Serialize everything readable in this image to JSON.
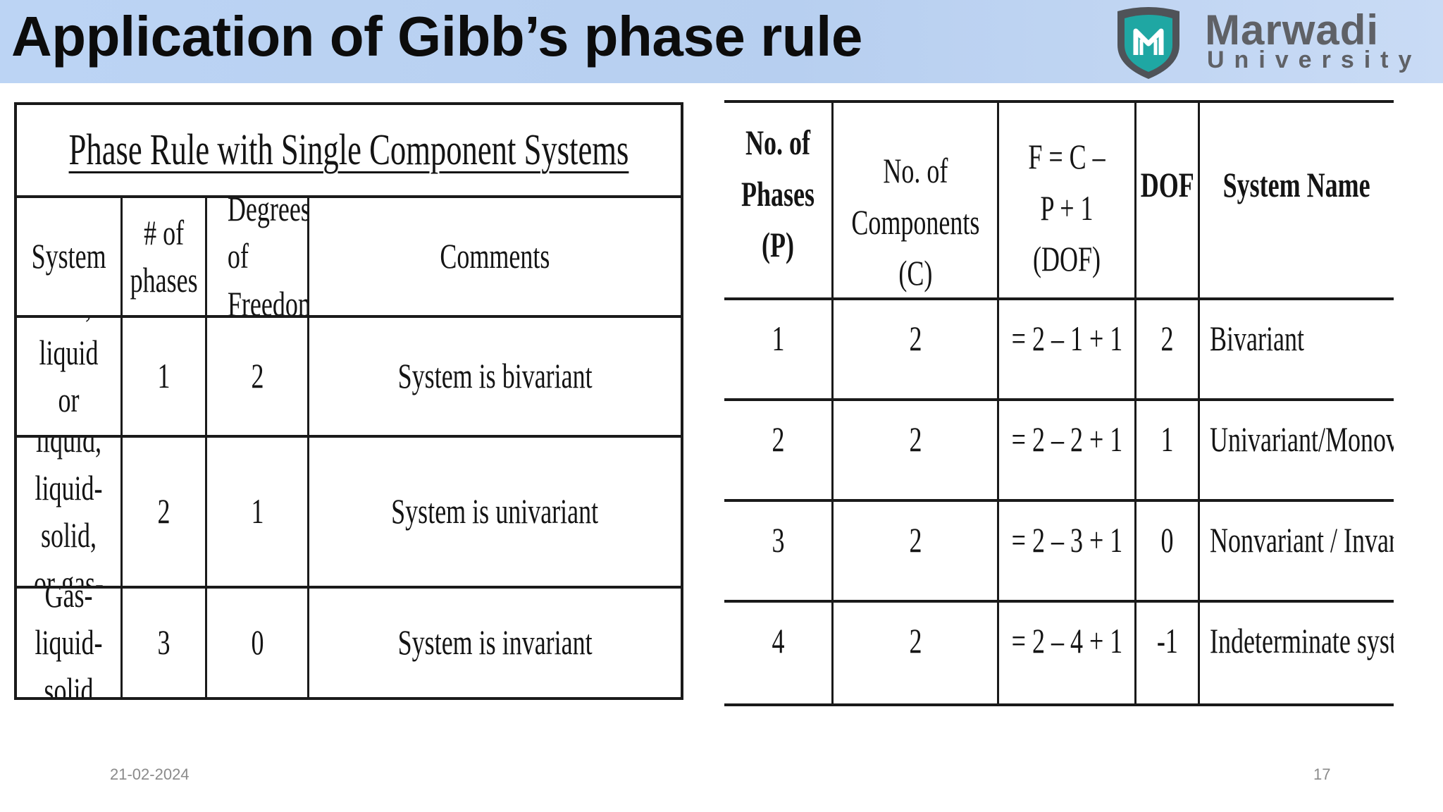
{
  "header": {
    "title": "Application of Gibb’s phase rule",
    "logo": {
      "name": "Marwadi",
      "sub": "University",
      "icon": "marwadi-shield-logo",
      "colors": {
        "shield_outer": "#4f5358",
        "shield_inner": "#1fa7a3"
      }
    }
  },
  "left_table": {
    "title": "Phase Rule with Single Component Systems",
    "headers": [
      "System",
      "# of phases",
      "Degrees of Freedom",
      "Comments"
    ],
    "rows": [
      [
        "Gas, liquid or solid",
        "1",
        "2",
        "System is bivariant"
      ],
      [
        "Gas-liquid, liquid-solid, or gas-solid",
        "2",
        "1",
        "System is univariant"
      ],
      [
        "Gas-liquid-solid",
        "3",
        "0",
        "System is invariant"
      ]
    ]
  },
  "right_table": {
    "headers": [
      "No. of Phases (P)",
      "No. of Components (C)",
      "F = C – P + 1 (DOF)",
      "DOF",
      "System Name"
    ],
    "rows": [
      [
        "1",
        "2",
        "= 2 – 1 + 1",
        "2",
        "Bivariant"
      ],
      [
        "2",
        "2",
        "= 2 – 2 + 1",
        "1",
        "Univariant/Monovari"
      ],
      [
        "3",
        "2",
        "= 2 – 3 + 1",
        "0",
        "Nonvariant / Invariar"
      ],
      [
        "4",
        "2",
        "= 2 – 4 + 1",
        "-1",
        "Indeterminate system"
      ]
    ]
  },
  "footer": {
    "date": "21-02-2024",
    "page": "17"
  }
}
